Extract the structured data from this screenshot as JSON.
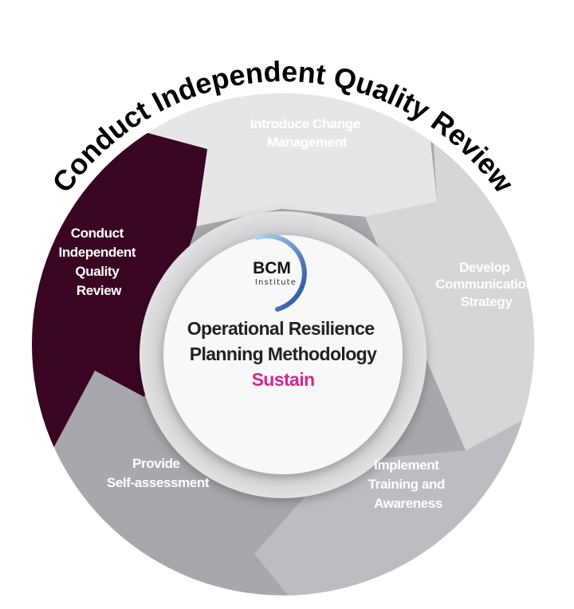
{
  "arc_title": "Conduct Independent Quality Review",
  "center": {
    "logo_main": "BCM",
    "logo_sub": "Institute",
    "title_lines": [
      "Operational Resilience",
      "Planning Methodology"
    ],
    "phase": "Sustain"
  },
  "segments": [
    {
      "id": "change",
      "lines": [
        "Introduce Change",
        "Management"
      ],
      "color": "#e6e6e8",
      "highlighted": false
    },
    {
      "id": "communication",
      "lines": [
        "Develop",
        "Communication",
        "Strategy"
      ],
      "color": "#d6d6d9",
      "highlighted": false
    },
    {
      "id": "training",
      "lines": [
        "Implement",
        "Training and",
        "Awareness"
      ],
      "color": "#bdbdc1",
      "highlighted": false
    },
    {
      "id": "self-assessment",
      "lines": [
        "Provide",
        "Self-assessment"
      ],
      "color": "#a8a8ac",
      "highlighted": false
    },
    {
      "id": "quality-review",
      "lines": [
        "Conduct",
        "Independent",
        "Quality",
        "Review"
      ],
      "color": "#3a0523",
      "highlighted": true
    }
  ],
  "colors": {
    "phase": "#d4278f",
    "logo_arc": "#2a5aa8",
    "title": "#222222"
  }
}
